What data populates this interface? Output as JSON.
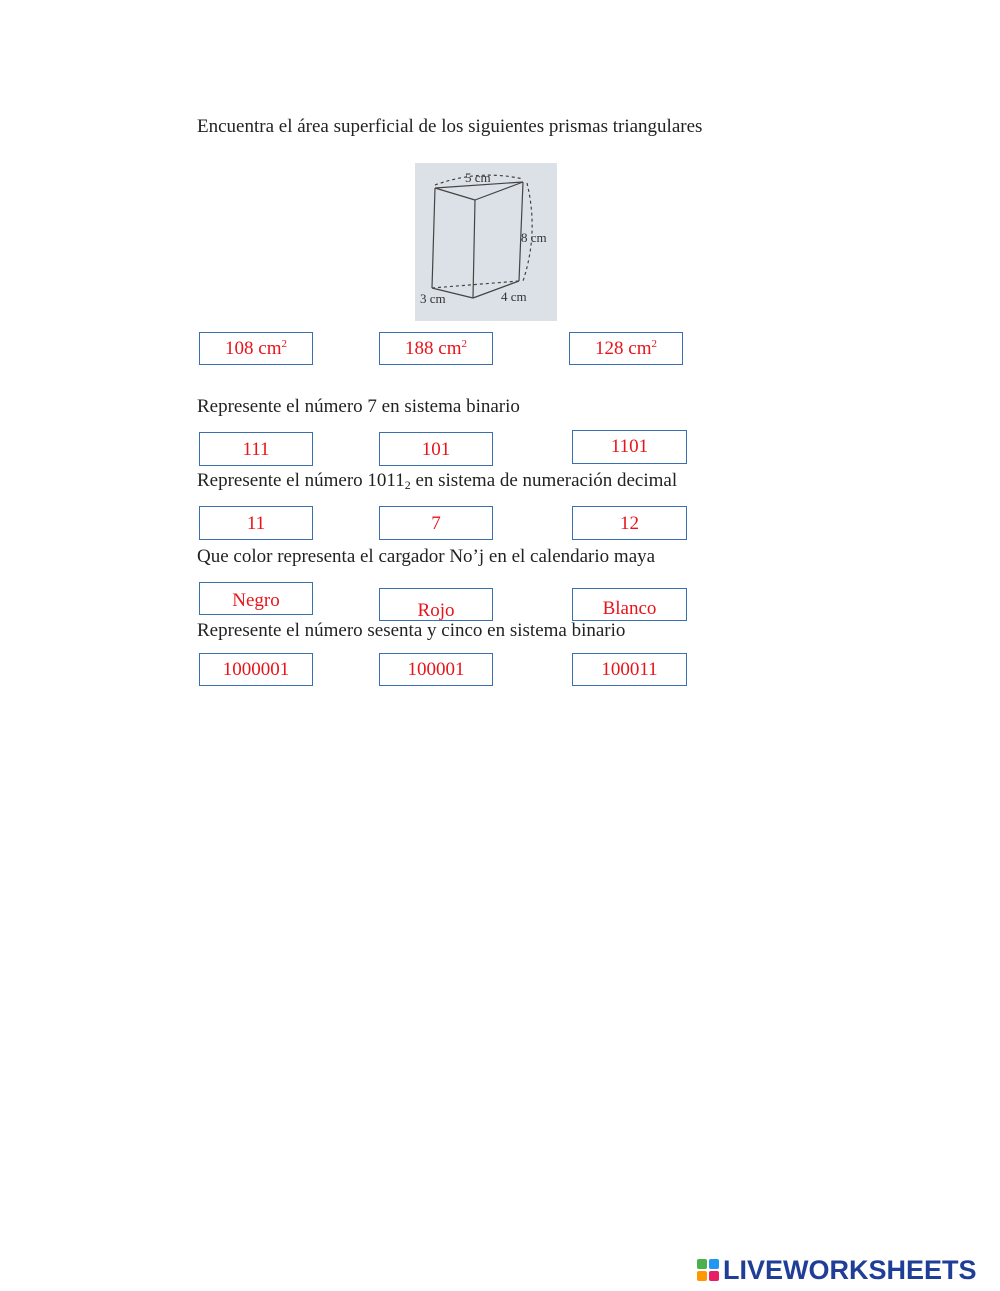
{
  "title": "Encuentra el área superficial de los siguientes prismas triangulares",
  "figure": {
    "top_label": "5 cm",
    "side_label": "8 cm",
    "bottom_left_label": "3 cm",
    "bottom_right_label": "4 cm"
  },
  "q1": {
    "options": [
      {
        "value": "108 cm",
        "sup": "2"
      },
      {
        "value": "188 cm",
        "sup": "2"
      },
      {
        "value": "128 cm",
        "sup": "2"
      }
    ]
  },
  "q2": {
    "text": "Represente el número 7 en sistema binario",
    "options": [
      "111",
      "101",
      "1101"
    ]
  },
  "q3": {
    "text_before": "Represente el número 1011",
    "subscript": "2",
    "text_after": " en sistema de numeración decimal",
    "options": [
      "11",
      "7",
      "12"
    ]
  },
  "q4": {
    "text": "Que color representa el cargador No’j en el calendario maya",
    "options": [
      "Negro",
      "Rojo",
      "Blanco"
    ]
  },
  "q5": {
    "text": "Represente el número sesenta y cinco en sistema binario",
    "options": [
      "1000001",
      "100001",
      "100011"
    ]
  },
  "footer": {
    "logo_text": "LIVEWORKSHEETS",
    "logo_mark_colors": [
      "#4caf50",
      "#2196f3",
      "#ff9800",
      "#e91e63"
    ]
  },
  "colors": {
    "answer_text": "#e8141a",
    "box_border": "#3a6fb0",
    "logo_text": "#1f3e97"
  }
}
